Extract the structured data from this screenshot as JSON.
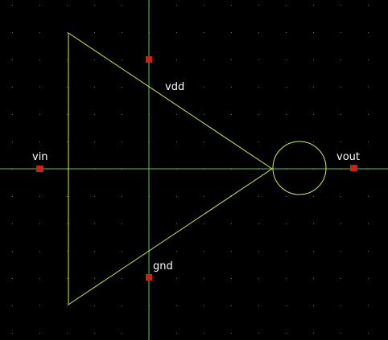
{
  "canvas": {
    "background": "#000000",
    "grid_dot_color": "#6e6e6e",
    "axis_color": "#5fbf5f",
    "symbol_color": "#c8f050",
    "pin_color": "#d02010",
    "label_color": "#ffffff"
  },
  "symbol": {
    "type": "inverter",
    "pins": {
      "vdd": "vdd",
      "gnd": "gnd",
      "vin": "vin",
      "vout": "vout"
    }
  }
}
